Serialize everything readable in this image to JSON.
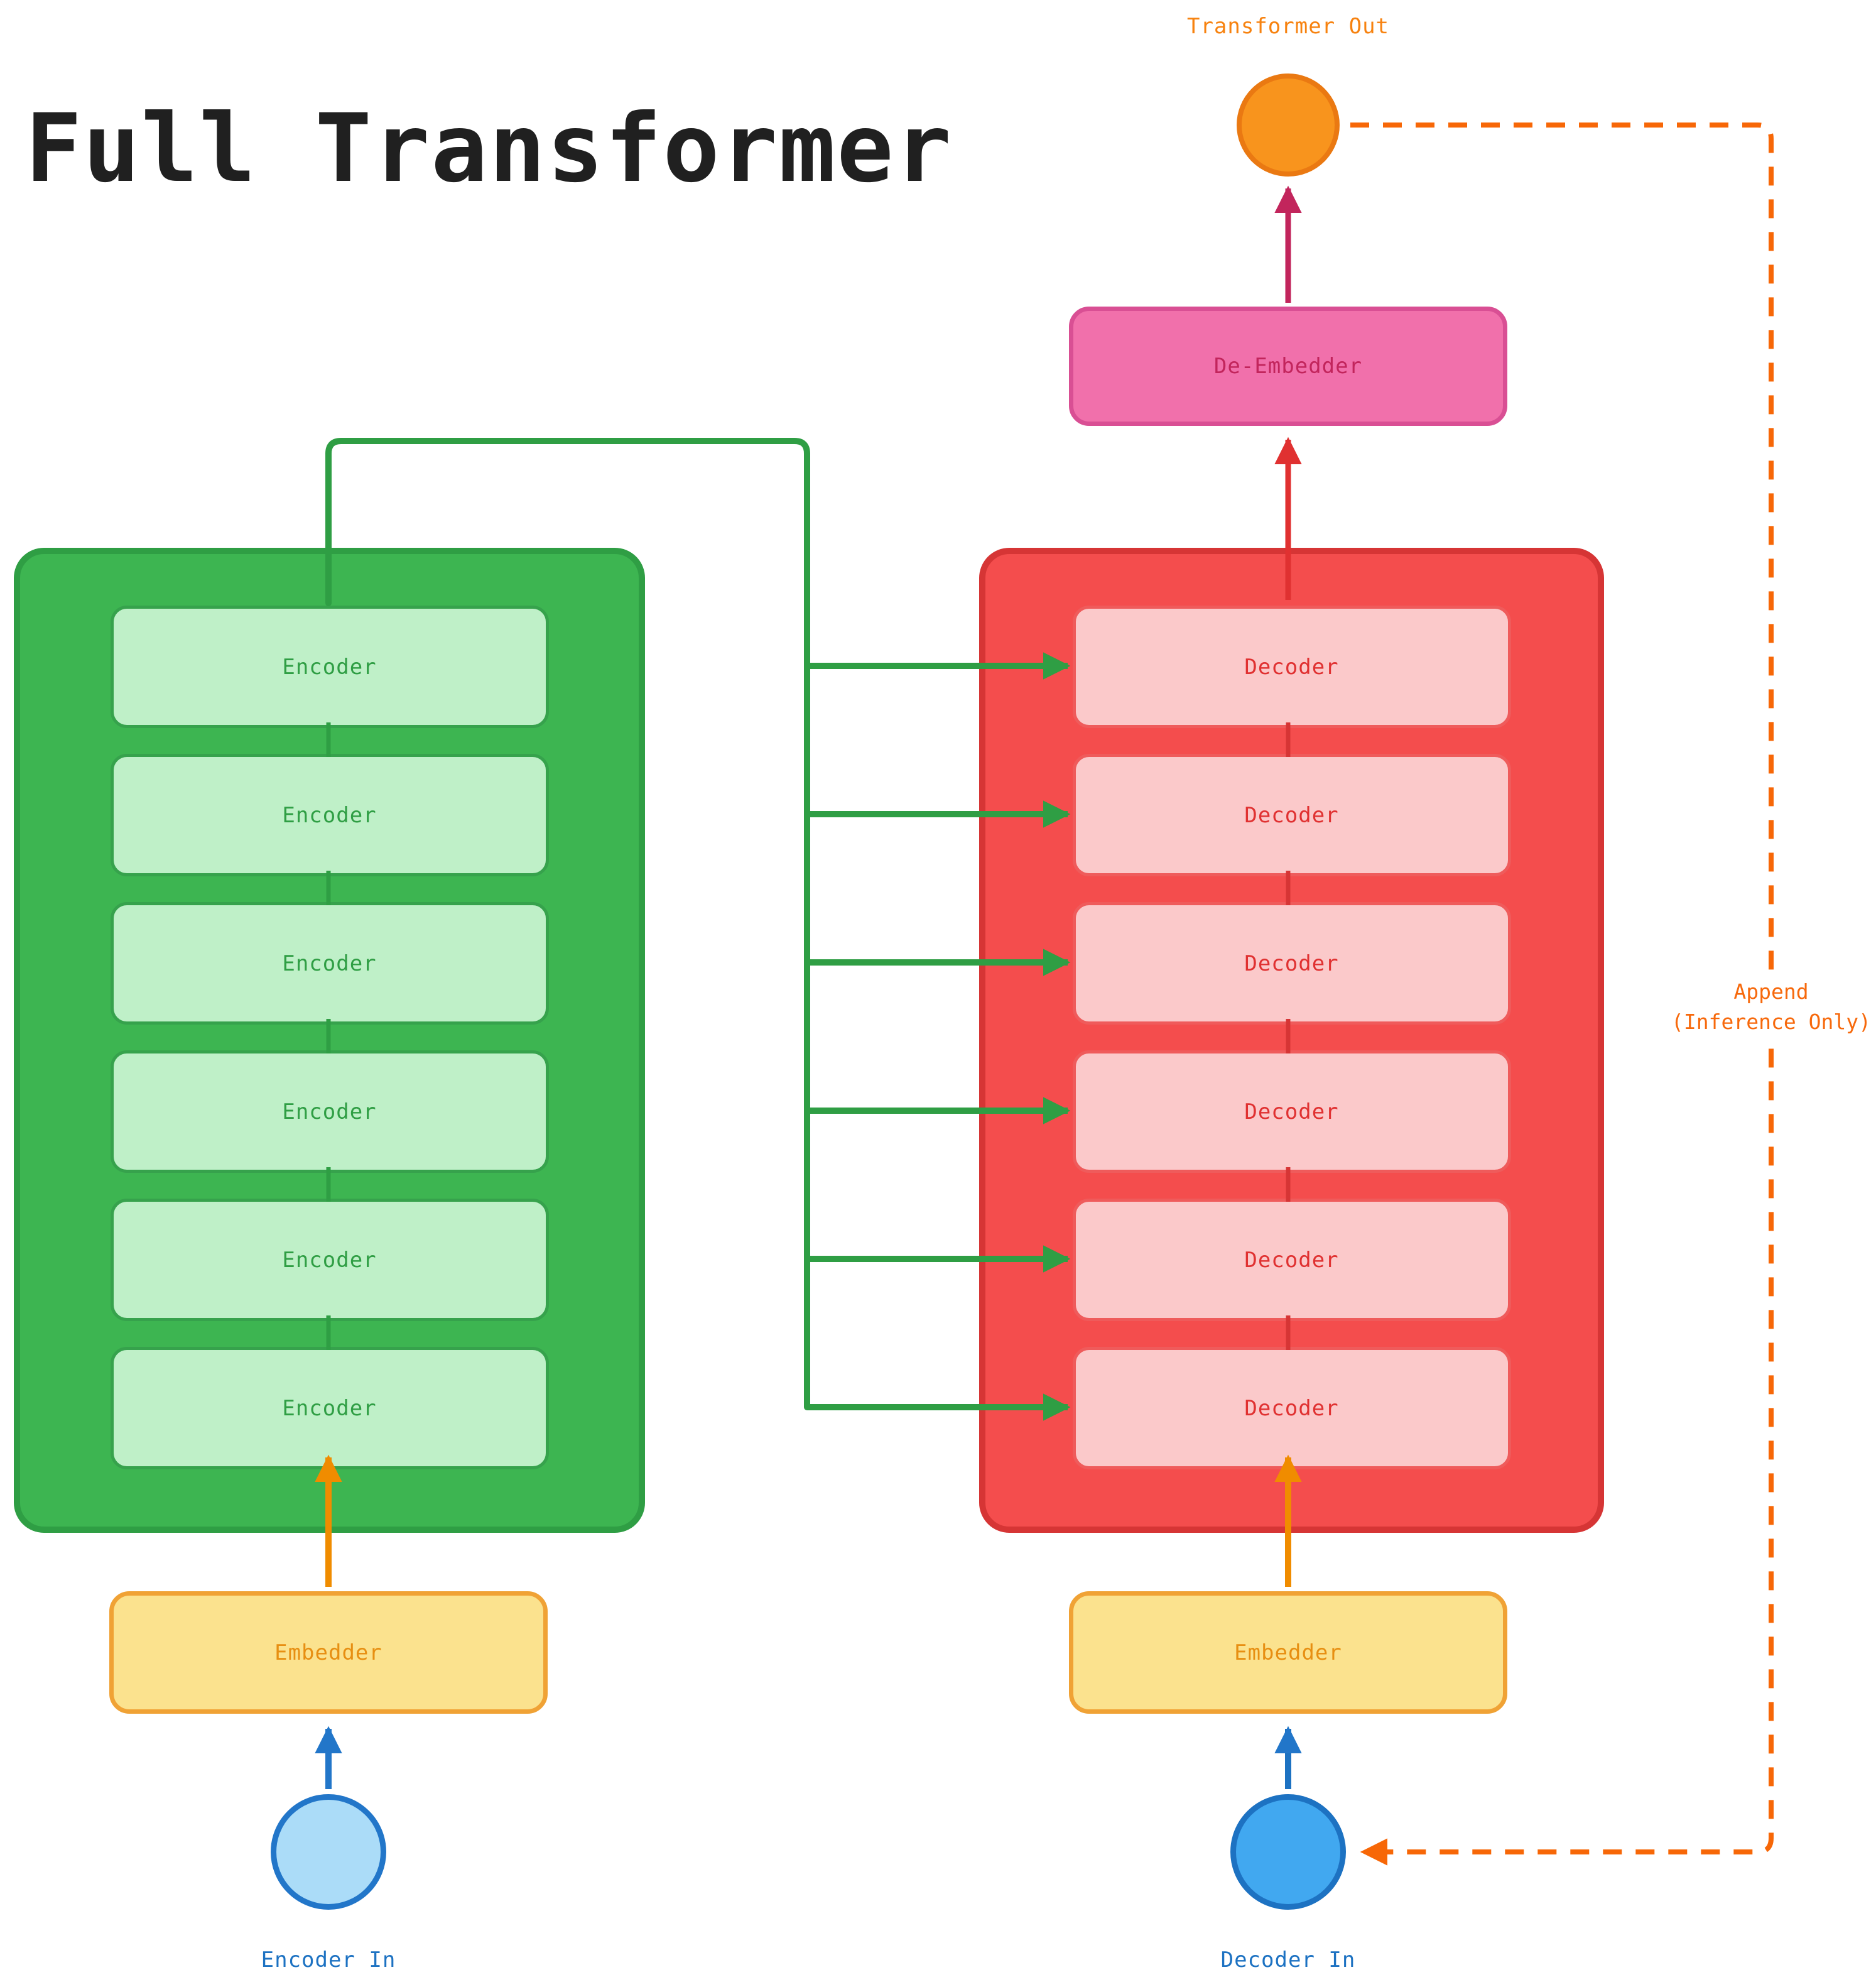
{
  "title": "Full Transformer",
  "encoder_stack": {
    "blocks": [
      "Encoder",
      "Encoder",
      "Encoder",
      "Encoder",
      "Encoder",
      "Encoder"
    ]
  },
  "decoder_stack": {
    "blocks": [
      "Decoder",
      "Decoder",
      "Decoder",
      "Decoder",
      "Decoder",
      "Decoder"
    ]
  },
  "left_embedder": {
    "label": "Embedder"
  },
  "right_embedder": {
    "label": "Embedder"
  },
  "de_embedder": {
    "label": "De-Embedder"
  },
  "inputs": {
    "encoder_in": "Encoder In",
    "decoder_in": "Decoder In"
  },
  "output": {
    "transformer_out": "Transformer Out"
  },
  "append_note": {
    "line1": "Append",
    "line2": "(Inference Only)"
  },
  "colors": {
    "encoder_container_green": "#3db551",
    "encoder_block_light_green": "#bff0c8",
    "decoder_container_red": "#f44d4d",
    "decoder_block_light_pink": "#fbc9ca",
    "embedder_yellow": "#fbe28e",
    "de_embedder_pink": "#f170ab",
    "transformer_out_orange": "#f8941d",
    "encoder_in_blue_light": "#abdcf8",
    "decoder_in_blue": "#41a8f0",
    "arrow_green": "#2f9e44",
    "arrow_red": "#e03131",
    "arrow_crimson": "#c2255c",
    "arrow_orange": "#f08c00",
    "arrow_blue": "#2276c9",
    "append_dashed_orange": "#f76707"
  }
}
